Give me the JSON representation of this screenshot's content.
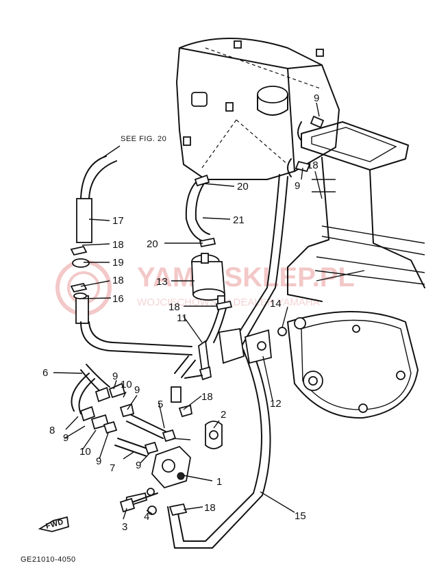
{
  "see_fig": "SEE FIG. 20",
  "fwd": "FWD",
  "code": "GE21010-4050",
  "watermark": {
    "title": "YAMA-SKLEP.PL",
    "subtitle": "WOJCIECHOWSCY DEALER YAMAHA"
  },
  "callouts": [
    "1",
    "2",
    "3",
    "4",
    "5",
    "6",
    "7",
    "8",
    "9",
    "9",
    "9",
    "9",
    "9",
    "9",
    "9",
    "10",
    "10",
    "11",
    "12",
    "13",
    "14",
    "15",
    "16",
    "17",
    "18",
    "18",
    "18",
    "18",
    "18",
    "18",
    "19",
    "20",
    "20",
    "21"
  ]
}
